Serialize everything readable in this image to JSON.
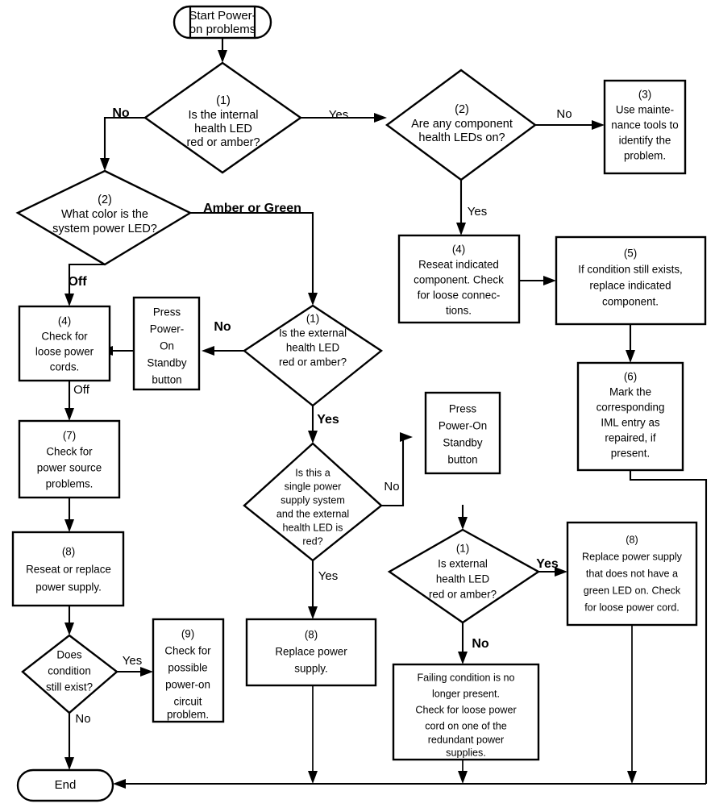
{
  "diagram": {
    "title": "Power-on problems troubleshooting flowchart",
    "type": "flowchart",
    "background_color": "#ffffff",
    "line_color": "#000000",
    "text_color": "#000000"
  },
  "nodes": {
    "start": {
      "kind": "terminator",
      "line1": "Start Power-",
      "line2": "on problems"
    },
    "d1_internal_led": {
      "kind": "decision",
      "ref": "(1)",
      "line1": "Is the internal",
      "line2": "health LED",
      "line3": "red or amber?"
    },
    "d2_component_leds": {
      "kind": "decision",
      "ref": "(2)",
      "line1": "Are any component",
      "line2": "health LEDs on?"
    },
    "p3_maint_tools": {
      "kind": "process",
      "ref": "(3)",
      "line1": "Use mainte-",
      "line2": "nance tools to",
      "line3": "identify the",
      "line4": "problem."
    },
    "d2_system_power_led": {
      "kind": "decision",
      "ref": "(2)",
      "line1": "What color is the",
      "line2": "system power LED?"
    },
    "p4_reseat_component": {
      "kind": "process",
      "ref": "(4)",
      "line1": "Reseat indicated",
      "line2": "component. Check",
      "line3": "for loose connec-",
      "line4": "tions."
    },
    "p5_replace_component": {
      "kind": "process",
      "ref": "(5)",
      "line1": "If condition still exists,",
      "line2": "replace indicated",
      "line3": "component."
    },
    "p6_mark_iml": {
      "kind": "process",
      "ref": "(6)",
      "line1": "Mark the",
      "line2": "corresponding",
      "line3": "IML entry as",
      "line4": "repaired, if",
      "line5": "present."
    },
    "p4_check_cords": {
      "kind": "process",
      "ref": "(4)",
      "line1": "Check for",
      "line2": "loose power",
      "line3": "cords."
    },
    "press_standby_left": {
      "kind": "process",
      "ref": "",
      "line1": "Press",
      "line2": "Power-",
      "line3": "On",
      "line4": "Standby",
      "line5": "button"
    },
    "d1_external_led": {
      "kind": "decision",
      "ref": "(1)",
      "line1": "Is the external",
      "line2": "health LED",
      "line3": "red or amber?"
    },
    "p7_power_source": {
      "kind": "process",
      "ref": "(7)",
      "line1": "Check for",
      "line2": "power source",
      "line3": "problems."
    },
    "d_single_supply": {
      "kind": "decision",
      "ref": "",
      "line1": "Is this a",
      "line2": "single power",
      "line3": "supply system",
      "line4": "and the external",
      "line5": "health LED is",
      "line6": "red?"
    },
    "press_standby_mid": {
      "kind": "process",
      "ref": "",
      "line1": "Press",
      "line2": "Power-On",
      "line3": "Standby",
      "line4": "button"
    },
    "p8_reseat_replace_supply": {
      "kind": "process",
      "ref": "(8)",
      "line1": "Reseat or replace",
      "line2": "power supply."
    },
    "d1_external_led_2": {
      "kind": "decision",
      "ref": "(1)",
      "line1": "Is external",
      "line2": "health LED",
      "line3": "red or amber?"
    },
    "p8_replace_no_green": {
      "kind": "process",
      "ref": "(8)",
      "line1": "Replace power supply",
      "line2": "that does not have a",
      "line3": "green LED on. Check",
      "line4": "for loose power cord."
    },
    "d_condition_exists": {
      "kind": "decision",
      "ref": "",
      "line1": "Does",
      "line2": "condition",
      "line3": "still exist?"
    },
    "p9_power_on_circuit": {
      "kind": "process",
      "ref": "(9)",
      "line1": "Check for",
      "line2": "possible",
      "line3": "power-on",
      "line4": "circuit",
      "line5": "problem."
    },
    "p8_replace_power_supply": {
      "kind": "process",
      "ref": "(8)",
      "line1": "Replace power",
      "line2": "supply."
    },
    "failing_condition": {
      "kind": "process",
      "ref": "",
      "line1": "Failing condition is no",
      "line2": "longer present.",
      "line3": "Check for loose power",
      "line4": "cord on one of the",
      "line5": "redundant power",
      "line6": "supplies."
    },
    "end": {
      "kind": "terminator",
      "line1": "End"
    }
  },
  "edge_labels": {
    "d1_no": "No",
    "d1_yes": "Yes",
    "d2_comp_no": "No",
    "d2_comp_yes": "Yes",
    "power_led_amber_green": "Amber or Green",
    "power_led_off": "Off",
    "check_cords_off": "Off",
    "ext_led_no": "No",
    "ext_led_yes": "Yes",
    "single_supply_no": "No",
    "single_supply_yes": "Yes",
    "ext_led2_yes": "Yes",
    "ext_led2_no": "No",
    "condition_yes": "Yes",
    "condition_no": "No"
  }
}
